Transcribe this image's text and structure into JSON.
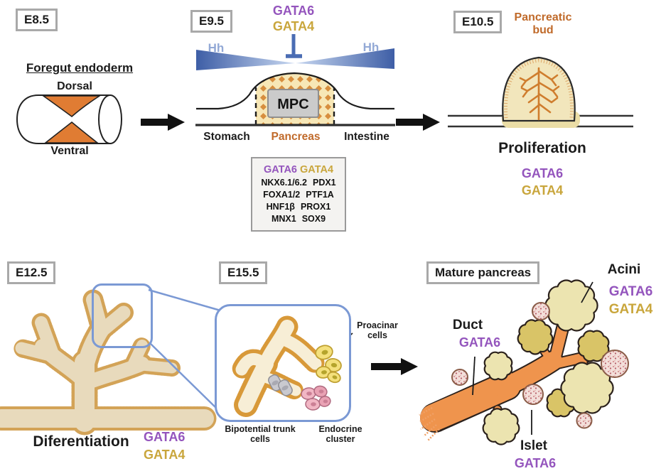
{
  "colors": {
    "gata6_purple": "#9455bd",
    "gata4_gold": "#c9a63c",
    "endoderm_orange": "#e07c33",
    "pancreas_label_orange": "#c06a2a",
    "duct_orange": "#ef944d",
    "acini_cream": "#ece4b0",
    "acini_olive": "#d9c467",
    "islet_pink": "#f3dfda",
    "hh_gradient_dark": "#3e5ea6",
    "hh_gradient_light": "#c7d7f0",
    "inhibition_blue": "#4a6cb3",
    "highlight_box_blue": "#7b99d4",
    "stage_box_border_gray": "#a9a9a9"
  },
  "stages": {
    "e8_5": {
      "label": "E8.5",
      "title": "Foregut endoderm",
      "dorsal_label": "Dorsal",
      "ventral_label": "Ventral"
    },
    "e9_5": {
      "label": "E9.5",
      "gata6": "GATA6",
      "gata4": "GATA4",
      "hh_left": "Hh",
      "hh_right": "Hh",
      "mpc_label": "MPC",
      "stomach_label": "Stomach",
      "pancreas_label": "Pancreas",
      "intestine_label": "Intestine",
      "gene_box": {
        "gata6": "GATA6",
        "gata4": "GATA4",
        "rows": [
          [
            "NKX6.1/6.2",
            "PDX1"
          ],
          [
            "FOXA1/2",
            "PTF1A"
          ],
          [
            "HNF1β",
            "PROX1"
          ],
          [
            "MNX1",
            "SOX9"
          ]
        ]
      }
    },
    "e10_5": {
      "label": "E10.5",
      "bud_label": "Pancreatic bud",
      "process": "Proliferation",
      "gata6": "GATA6",
      "gata4": "GATA4"
    },
    "e12_5": {
      "label": "E12.5",
      "process": "Diferentiation",
      "gata6": "GATA6",
      "gata4": "GATA4"
    },
    "e15_5": {
      "label": "E15.5",
      "proacinar_label": "Proacinar cells",
      "bipotential_label": "Bipotential trunk cells",
      "endocrine_label": "Endocrine cluster"
    },
    "mature": {
      "label": "Mature pancreas",
      "acini_label": "Acini",
      "acini_gata6": "GATA6",
      "acini_gata4": "GATA4",
      "duct_label": "Duct",
      "duct_gata6": "GATA6",
      "islet_label": "Islet",
      "islet_gata6": "GATA6"
    }
  }
}
